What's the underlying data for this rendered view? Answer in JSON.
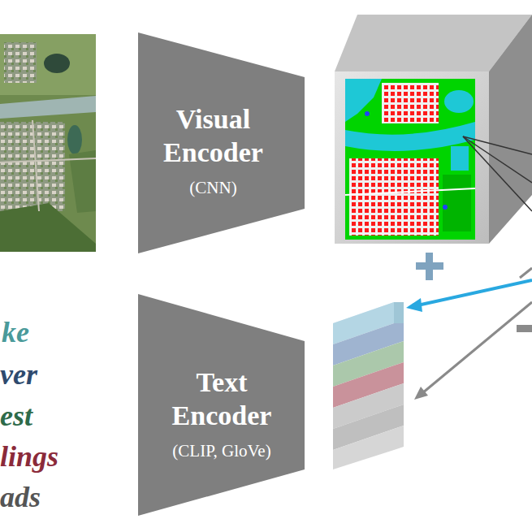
{
  "diagram": {
    "nodes": [
      {
        "text": [
          "Visual Encoder",
          "(CNN)"
        ]
      },
      {
        "text": [
          "Text Encoder",
          "(CLIP, GloVe)"
        ]
      }
    ],
    "labels": [
      "ke",
      "ver",
      "est",
      "lings",
      "ads"
    ]
  }
}
